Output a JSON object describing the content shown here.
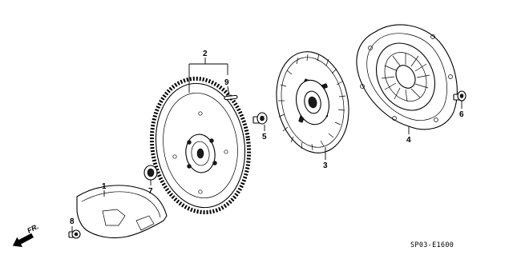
{
  "diagram": {
    "callouts": [
      "1",
      "2",
      "3",
      "4",
      "5",
      "6",
      "7",
      "8",
      "9"
    ],
    "direction_label": "FR.",
    "drawing_code": "SP03-E1600"
  }
}
